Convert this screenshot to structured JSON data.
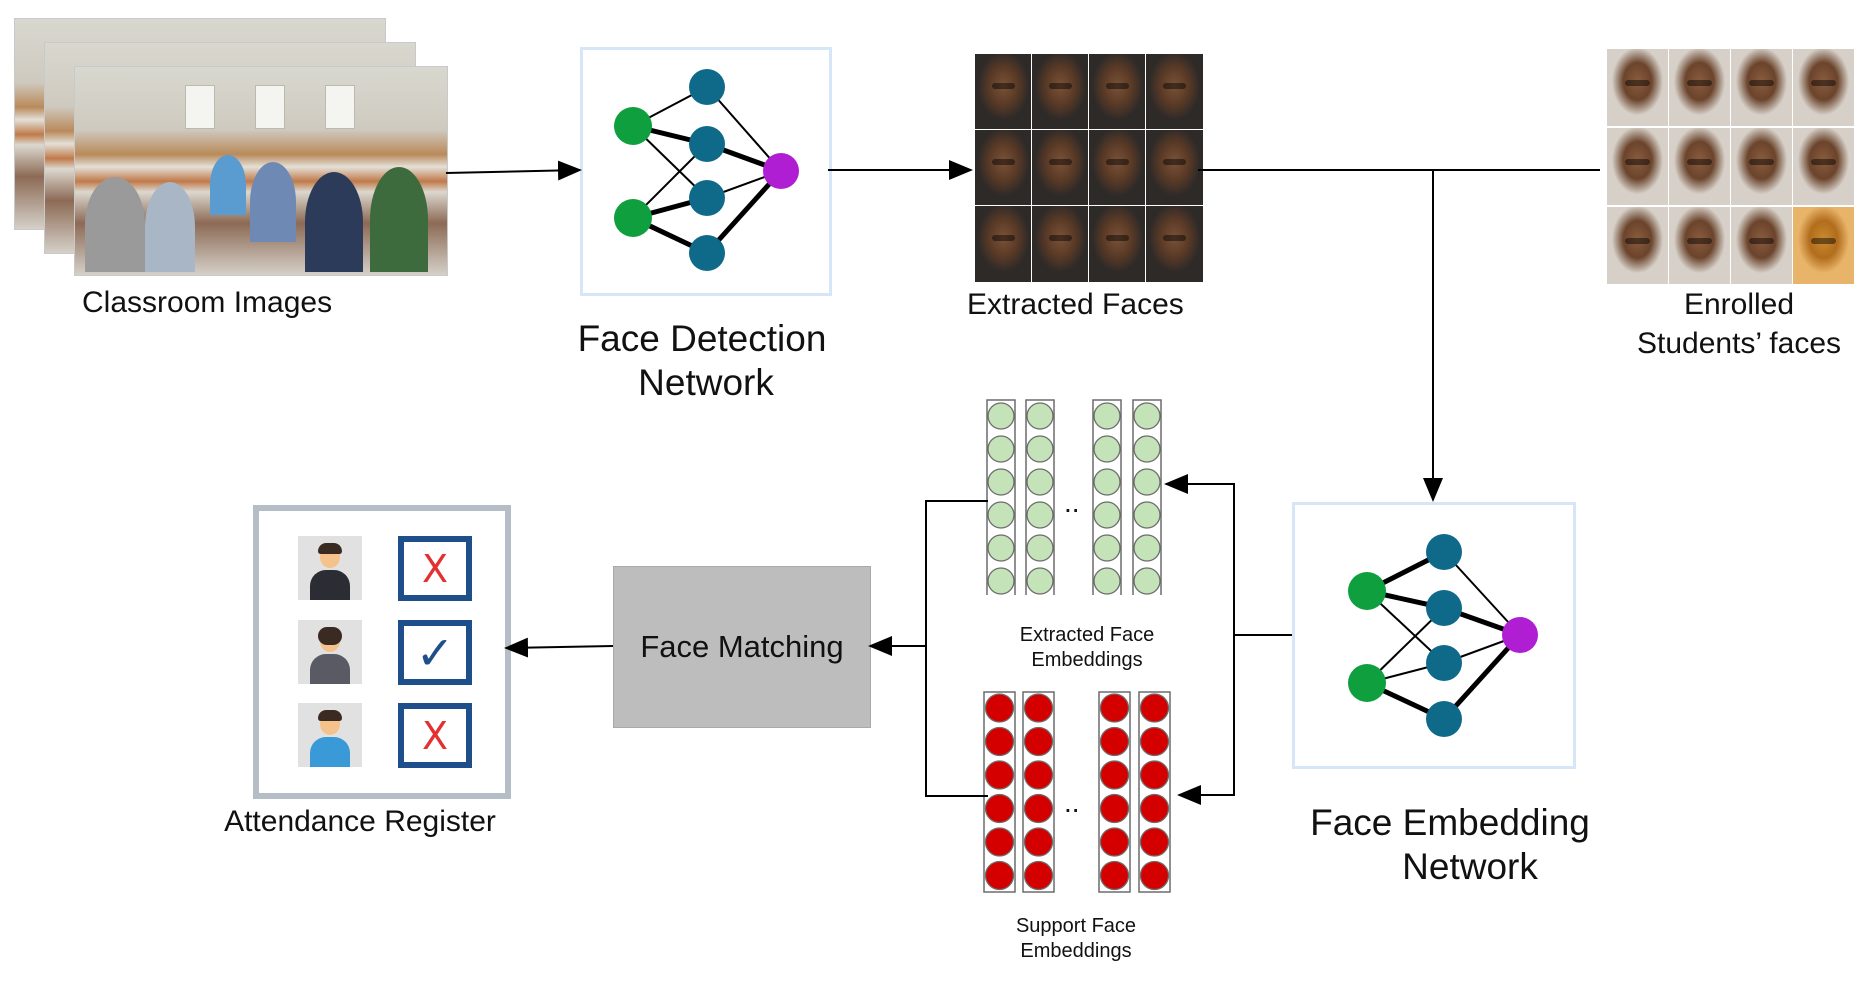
{
  "labels": {
    "classroom_images": "Classroom Images",
    "face_detection_line1": "Face Detection",
    "face_detection_line2": "Network",
    "extracted_faces": "Extracted Faces",
    "enrolled_line1": "Enrolled",
    "enrolled_line2": "Students’ faces",
    "face_embedding_line1": "Face Embedding",
    "face_embedding_line2": "Network",
    "face_matching": "Face Matching",
    "attendance_register": "Attendance Register",
    "extracted_emb_line1": "Extracted Face",
    "extracted_emb_line2": "Embeddings",
    "support_emb_line1": "Support Face",
    "support_emb_line2": "Embeddings",
    "ellipsis": ".."
  },
  "register_rows": [
    {
      "mark": "X",
      "status": "absent"
    },
    {
      "mark": "✓",
      "status": "present"
    },
    {
      "mark": "X",
      "status": "absent"
    }
  ],
  "colors": {
    "input_node": "#0f9f3e",
    "hidden_node": "#0f6a8a",
    "output_node": "#b01ed4",
    "extracted_embedding": "#c4e3b8",
    "support_embedding": "#d40000",
    "net_border": "#d6e6f6",
    "match_box": "#bdbdbd",
    "checkbox_border": "#1e4f8a",
    "cross": "#e33030"
  }
}
